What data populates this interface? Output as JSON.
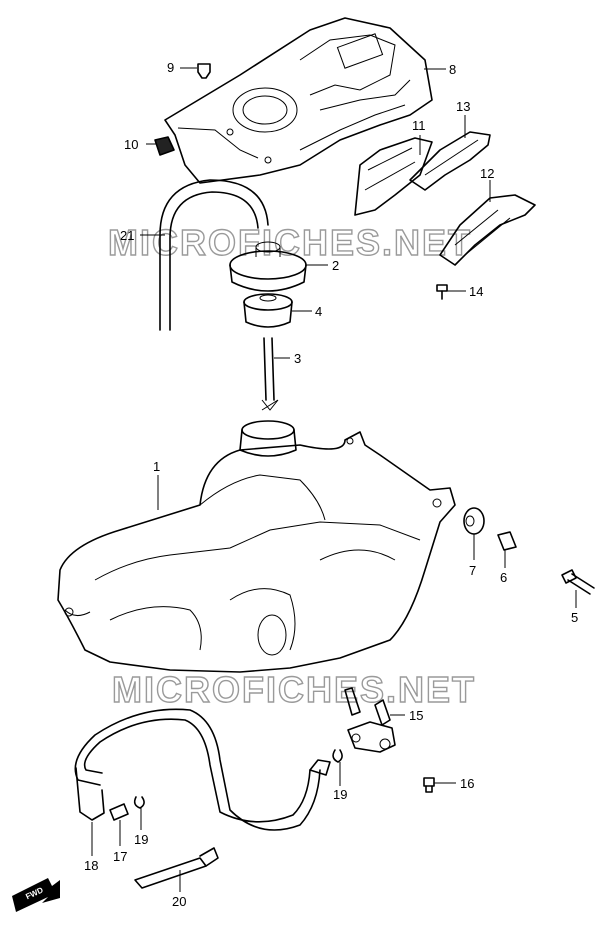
{
  "watermark": "MICROFICHES.NET",
  "fwd_label": "FWD",
  "parts": [
    {
      "id": "1",
      "label": "1"
    },
    {
      "id": "2",
      "label": "2"
    },
    {
      "id": "3",
      "label": "3"
    },
    {
      "id": "4",
      "label": "4"
    },
    {
      "id": "5",
      "label": "5"
    },
    {
      "id": "6",
      "label": "6"
    },
    {
      "id": "7",
      "label": "7"
    },
    {
      "id": "8",
      "label": "8"
    },
    {
      "id": "9",
      "label": "9"
    },
    {
      "id": "10",
      "label": "10"
    },
    {
      "id": "11",
      "label": "11"
    },
    {
      "id": "12",
      "label": "12"
    },
    {
      "id": "13",
      "label": "13"
    },
    {
      "id": "14",
      "label": "14"
    },
    {
      "id": "15",
      "label": "15"
    },
    {
      "id": "16",
      "label": "16"
    },
    {
      "id": "17",
      "label": "17"
    },
    {
      "id": "18",
      "label": "18"
    },
    {
      "id": "19a",
      "label": "19"
    },
    {
      "id": "19b",
      "label": "19"
    },
    {
      "id": "20",
      "label": "20"
    },
    {
      "id": "21",
      "label": "21"
    }
  ]
}
